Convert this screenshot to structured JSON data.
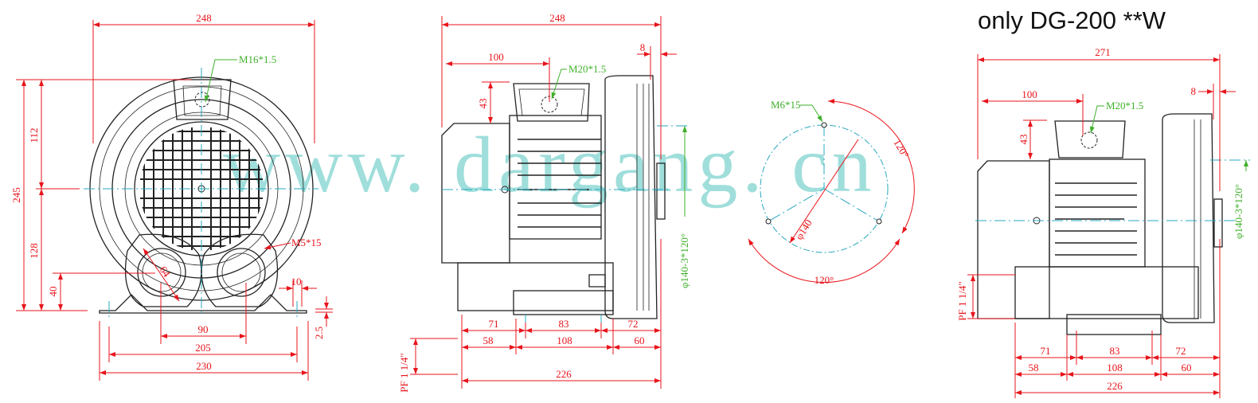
{
  "title": "only DG-200 **W",
  "watermark": "www. dargang. cn",
  "colors": {
    "dimension": "#e8141b",
    "thread_callout": "#3fb02a",
    "centerline": "#2aa8c0",
    "outline": "#222222"
  },
  "front_view": {
    "width_top": "248",
    "height_total": "245",
    "height_upper": "112",
    "height_lower": "128",
    "inlet_height": "40",
    "inlet_spacing": "90",
    "mount_holes": "205",
    "base_width": "230",
    "foot_slot": "10",
    "foot_thickness": "2.5",
    "flange_diameter": "64",
    "thread_top": "M16*1.5",
    "thread_flange": "M5*15"
  },
  "side_view": {
    "length": "248",
    "terminal_offset": "100",
    "flange_offset": "8",
    "box_height": "43",
    "thread_box": "M20*1.5",
    "bolt_circle": "φ140-3*120°",
    "port": "PF 1 1/4\"",
    "bottom_row1": [
      "71",
      "83",
      "72"
    ],
    "bottom_row2": [
      "58",
      "108",
      "60"
    ],
    "base_length": "226"
  },
  "bolt_pattern": {
    "thread": "M6*15",
    "diameter": "φ140",
    "angle_top": "120°",
    "angle_bottom": "120°"
  },
  "dg200_view": {
    "length": "271",
    "terminal_offset": "100",
    "flange_offset": "8",
    "box_height": "43",
    "thread_box": "M20*1.5",
    "bolt_circle": "φ140-3*120°",
    "port": "PF 1 1/4\"",
    "bottom_row1": [
      "71",
      "83",
      "72"
    ],
    "bottom_row2": [
      "58",
      "108",
      "60"
    ],
    "base_length": "226"
  }
}
